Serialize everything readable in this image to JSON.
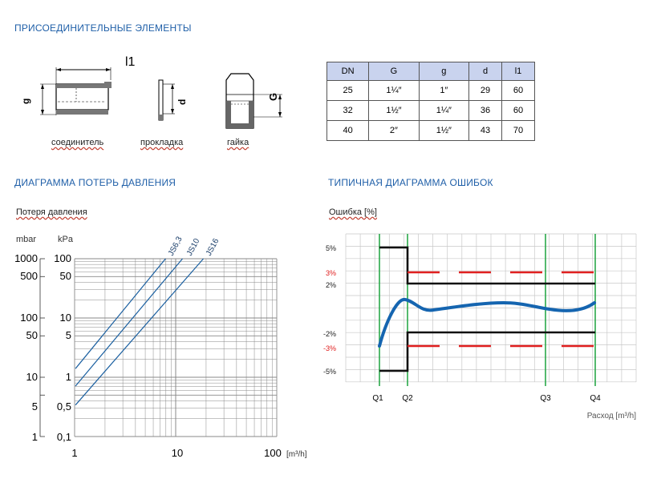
{
  "headings": {
    "connection": "ПРИСОЕДИНИТЕЛЬНЫЕ ЭЛЕМЕНТЫ",
    "pressure": "ДИАГРАММА ПОТЕРЬ ДАВЛЕНИЯ",
    "error": "ТИПИЧНАЯ ДИАГРАММА ОШИБОК"
  },
  "drawings": {
    "l1_label": "l1",
    "g_label": "g",
    "d_label": "d",
    "G_label": "G",
    "captions": [
      "соединитель",
      "прокладка",
      "гайка"
    ]
  },
  "table": {
    "headers": [
      "DN",
      "G",
      "g",
      "d",
      "l1"
    ],
    "rows": [
      [
        "25",
        "1¼″",
        "1″",
        "29",
        "60"
      ],
      [
        "32",
        "1½″",
        "1¼″",
        "36",
        "60"
      ],
      [
        "40",
        "2″",
        "1½″",
        "43",
        "70"
      ]
    ]
  },
  "pressure_chart": {
    "caption": "Потеря давления",
    "unit_mbar": "mbar",
    "unit_kpa": "kPa",
    "unit_flow": "[m³/h]",
    "mbar_ticks": [
      "1000",
      "500",
      "100",
      "50",
      "10",
      "5",
      "1"
    ],
    "kpa_ticks": [
      "100",
      "50",
      "10",
      "5",
      "1",
      "0,5",
      "0,1"
    ],
    "x_ticks": [
      "1",
      "10",
      "100"
    ],
    "series_labels": [
      "JS6,3",
      "JS10",
      "JS16"
    ]
  },
  "error_chart": {
    "caption": "Ошибка [%]",
    "y_labels": [
      "5%",
      "3%",
      "2%",
      "-2%",
      "-3%",
      "-5%"
    ],
    "q_labels": [
      "Q1",
      "Q2",
      "Q3",
      "Q4"
    ],
    "x_label": "Расход [m³/h]"
  },
  "colors": {
    "heading": "#1f5fa8",
    "table_header": "#c9d3ee",
    "chart_line_blue": "#1a5fa0",
    "error_curve": "#1565b0",
    "mpe_red": "#e02020",
    "green": "#2aa84a"
  },
  "chart_data": [
    {
      "type": "line",
      "xscale": "log",
      "yscale": "log",
      "xlim": [
        1,
        100
      ],
      "ylim": [
        1,
        1000
      ],
      "x_ticks": [
        "1",
        "10",
        "100"
      ],
      "y_ticks_mbar": [
        "1000",
        "500",
        "100",
        "50",
        "10",
        "5",
        "1"
      ],
      "y_ticks_kpa": [
        "100",
        "50",
        "10",
        "5",
        "1",
        "0,5",
        "0,1"
      ],
      "xlabel": "[m³/h]",
      "ylabel": "mbar",
      "series": [
        {
          "name": "JS6,3",
          "x": [
            1.02,
            7.94
          ],
          "y": [
            14,
            1000
          ]
        },
        {
          "name": "JS10",
          "x": [
            1.02,
            11.68
          ],
          "y": [
            7.1,
            1000
          ]
        },
        {
          "name": "JS16",
          "x": [
            1.02,
            18.8
          ],
          "y": [
            3.4,
            1000
          ]
        }
      ]
    },
    {
      "type": "line",
      "ylabel": "Ошибка [%]",
      "xlabel": "Расход [m³/h]",
      "x_ticks": [
        "Q1",
        "Q2",
        "Q3",
        "Q4"
      ],
      "y_ticks": [
        "5%",
        "3%",
        "2%",
        "-2%",
        "-3%",
        "-5%"
      ],
      "series": [
        {
          "name": "",
          "x": [
            "Q1",
            "Q2",
            "Q2",
            "Q4"
          ],
          "y": [
            5,
            5,
            2,
            2
          ]
        },
        {
          "name": "",
          "x": [
            "Q1",
            "Q2",
            "Q2",
            "Q4"
          ],
          "y": [
            -5,
            -5,
            -2,
            -2
          ]
        },
        {
          "name": "",
          "x": [
            "Q2",
            "Q4"
          ],
          "y": [
            3,
            3
          ]
        },
        {
          "name": "",
          "x": [
            "Q2",
            "Q4"
          ],
          "y": [
            -3,
            -3
          ]
        }
      ]
    }
  ]
}
